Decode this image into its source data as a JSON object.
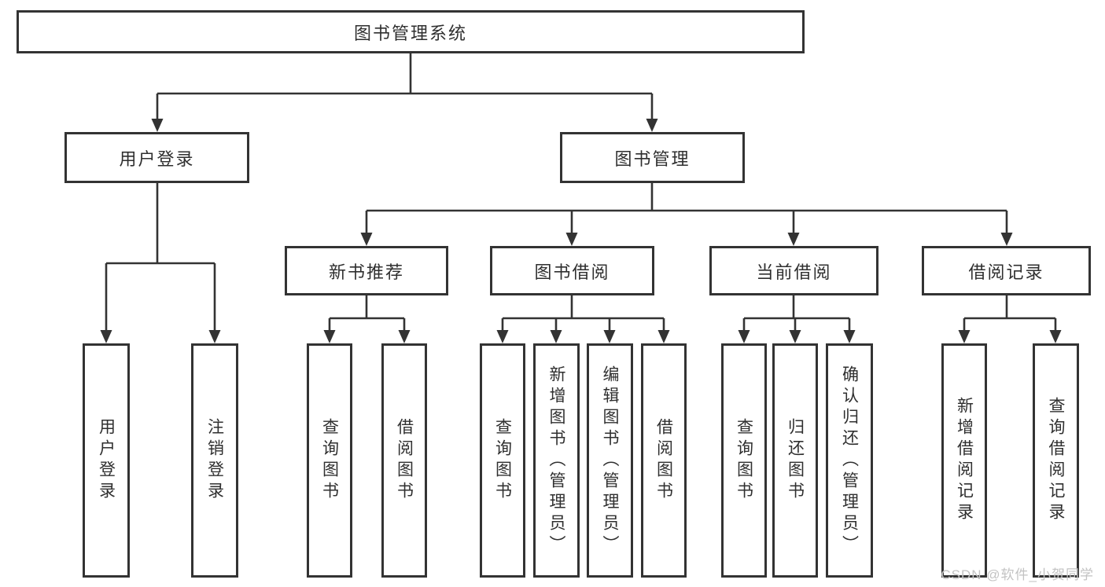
{
  "tree": {
    "root": {
      "label": "图书管理系统"
    },
    "branches": [
      {
        "label": "用户登录",
        "children": [
          {
            "label": "用户登录"
          },
          {
            "label": "注销登录"
          }
        ]
      },
      {
        "label": "图书管理",
        "children": [
          {
            "label": "新书推荐",
            "children": [
              {
                "label": "查询图书"
              },
              {
                "label": "借阅图书"
              }
            ]
          },
          {
            "label": "图书借阅",
            "children": [
              {
                "label": "查询图书"
              },
              {
                "label": "新增图书（管理员）"
              },
              {
                "label": "编辑图书（管理员）"
              },
              {
                "label": "借阅图书"
              }
            ]
          },
          {
            "label": "当前借阅",
            "children": [
              {
                "label": "查询图书"
              },
              {
                "label": "归还图书"
              },
              {
                "label": "确认归还（管理员）"
              }
            ]
          },
          {
            "label": "借阅记录",
            "children": [
              {
                "label": "新增借阅记录"
              },
              {
                "label": "查询借阅记录"
              }
            ]
          }
        ]
      }
    ]
  },
  "watermark": {
    "text": "CSDN @软件_小贺同学"
  },
  "colors": {
    "line": "#333333",
    "box_border": "#333333",
    "text": "#2f2f2f",
    "watermark": "#c3c3c3",
    "background": "#ffffff"
  }
}
